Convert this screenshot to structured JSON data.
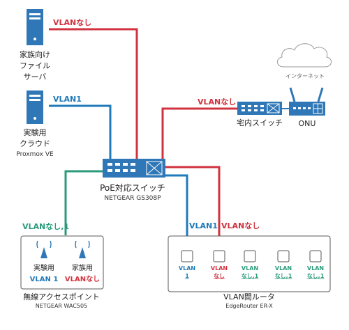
{
  "colors": {
    "red": "#d0333f",
    "blue": "#1f7ab9",
    "green": "#2a9a7a",
    "device": "#2f77b7",
    "device_light": "#8fc4ea",
    "gray": "#444444",
    "box_border": "#5a5a5a"
  },
  "labels": {
    "server_red_link": "VLANなし",
    "server_blue_link": "VLAN1",
    "home_switch_link": "VLANなし",
    "ap_link": "VLANなし,1",
    "router_blue_link": "VLAN1",
    "router_red_link": "VLANなし"
  },
  "devices": {
    "family_server_lines": [
      "家族向け",
      "ファイル",
      "サーバ"
    ],
    "lab_cloud_lines": [
      "実験用",
      "クラウド"
    ],
    "lab_cloud_sub": "Proxmox VE",
    "poe_switch_name": "PoE対応スイッチ",
    "poe_switch_model": "NETGEAR GS308P",
    "home_switch_name": "宅内スイッチ",
    "onu_name": "ONU",
    "internet_label": "インターネット",
    "ap_name": "無線アクセスポイント",
    "ap_model": "NETGEAR WAC505",
    "ssid_left_name": "実験用",
    "ssid_left_vlan": "VLAN 1",
    "ssid_right_name": "家族用",
    "ssid_right_vlan": "VLANなし",
    "router_name": "VLAN間ルータ",
    "router_model": "EdgeRouter ER-X"
  },
  "router_ports": [
    {
      "line1": "VLAN",
      "line2": "1",
      "color": "blue"
    },
    {
      "line1": "VLAN",
      "line2": "なし",
      "color": "red"
    },
    {
      "line1": "VLAN",
      "line2": "なし,1",
      "color": "green"
    },
    {
      "line1": "VLAN",
      "line2": "なし,1",
      "color": "green"
    },
    {
      "line1": "VLAN",
      "line2": "なし,1",
      "color": "green"
    }
  ]
}
